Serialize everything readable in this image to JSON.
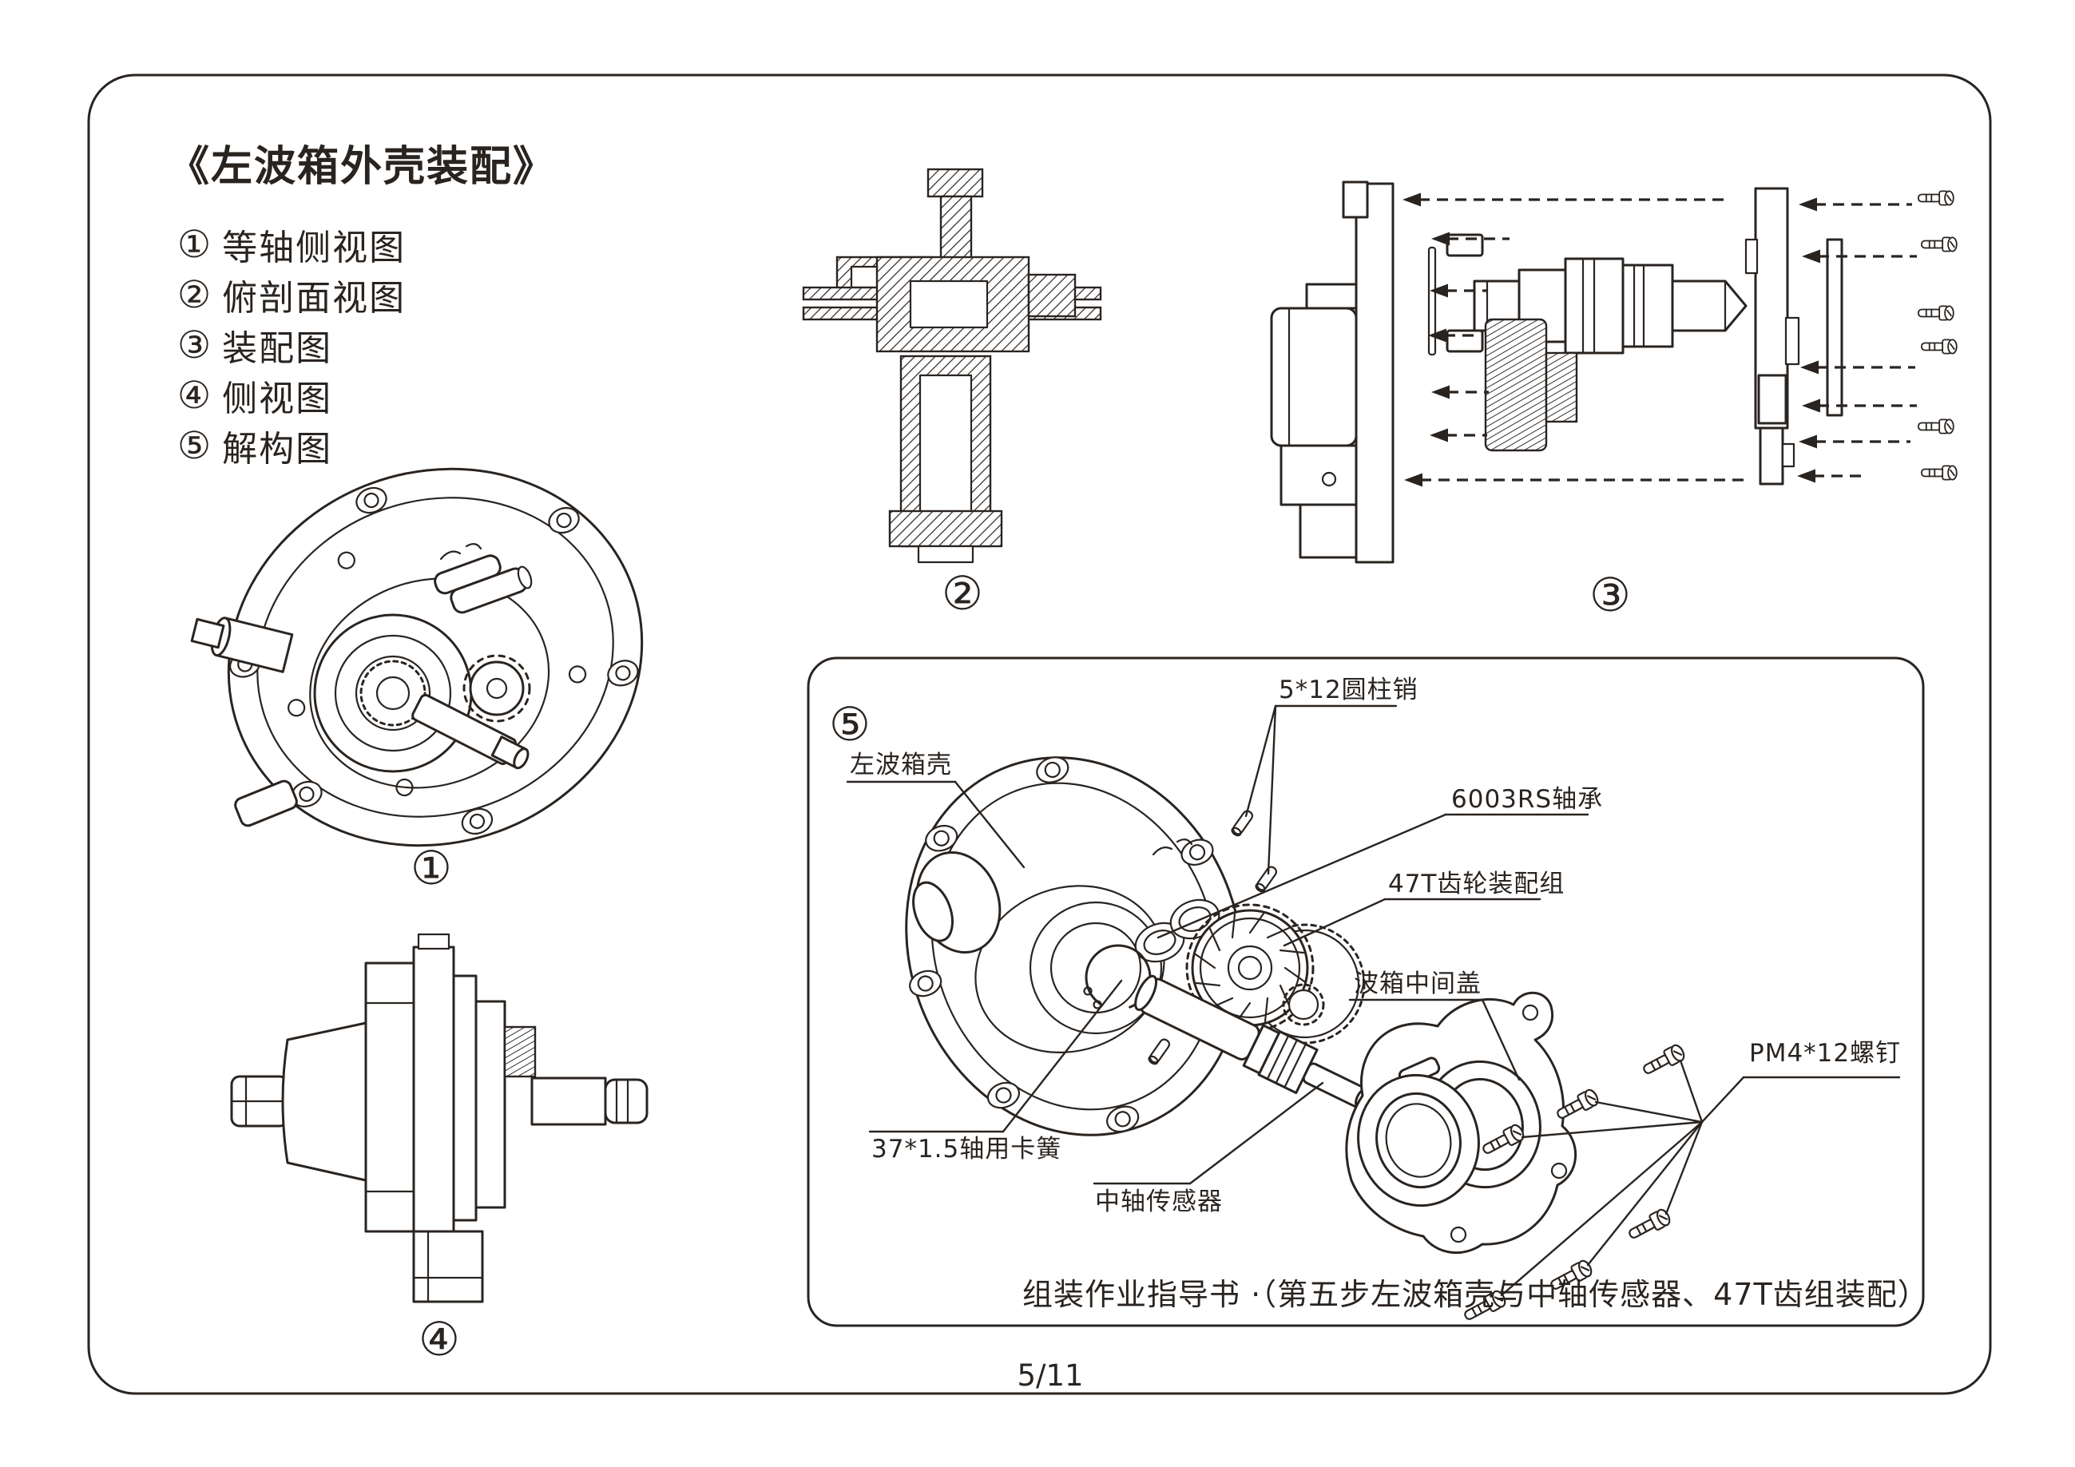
{
  "page": {
    "title": "《左波箱外壳装配》",
    "page_number": "5/11",
    "toc": [
      {
        "num": "①",
        "label": "等轴侧视图"
      },
      {
        "num": "②",
        "label": "俯剖面视图"
      },
      {
        "num": "③",
        "label": "装配图"
      },
      {
        "num": "④",
        "label": "侧视图"
      },
      {
        "num": "⑤",
        "label": "解构图"
      }
    ]
  },
  "views": {
    "v1_marker": "①",
    "v2_marker": "②",
    "v3_marker": "③",
    "v4_marker": "④"
  },
  "exploded": {
    "marker": "⑤",
    "callouts": {
      "pin": "5*12圆柱销",
      "shell": "左波箱壳",
      "bearing": "6003RS轴承",
      "gear_set": "47T齿轮装配组",
      "mid_cover": "波箱中间盖",
      "screw": "PM4*12螺钉",
      "circlip": "37*1.5轴用卡簧",
      "sensor": "中轴传感器"
    },
    "caption": "组装作业指导书 ·（第五步左波箱壳与中轴传感器、47T齿组装配）"
  },
  "colors": {
    "ink": "#2a2420",
    "paper": "#ffffff"
  }
}
